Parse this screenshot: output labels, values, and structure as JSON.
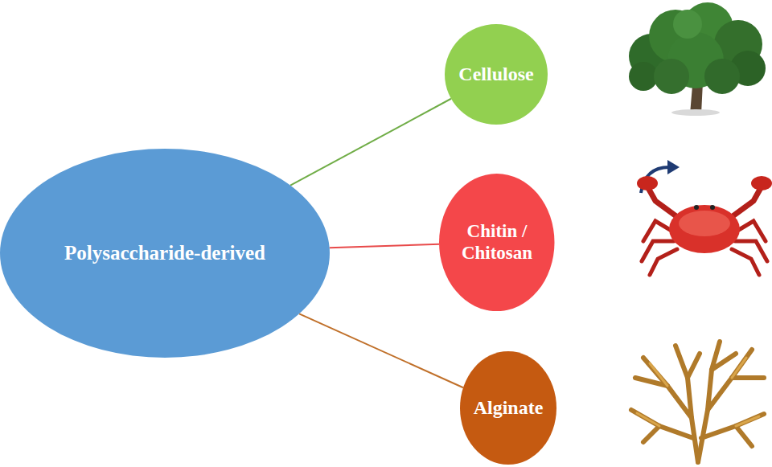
{
  "diagram": {
    "nodes": [
      {
        "text": [
          "Polysaccharide-derived"
        ]
      },
      {
        "text": [
          "Cellulose"
        ]
      },
      {
        "text": [
          "Chitin / Chitosan"
        ]
      },
      {
        "text": [
          "Alginate"
        ]
      }
    ],
    "edges": [
      {
        "from": 0,
        "to": 1,
        "arrow": "none"
      },
      {
        "from": 0,
        "to": 2,
        "arrow": "none"
      },
      {
        "from": 0,
        "to": 3,
        "arrow": "none"
      }
    ]
  }
}
